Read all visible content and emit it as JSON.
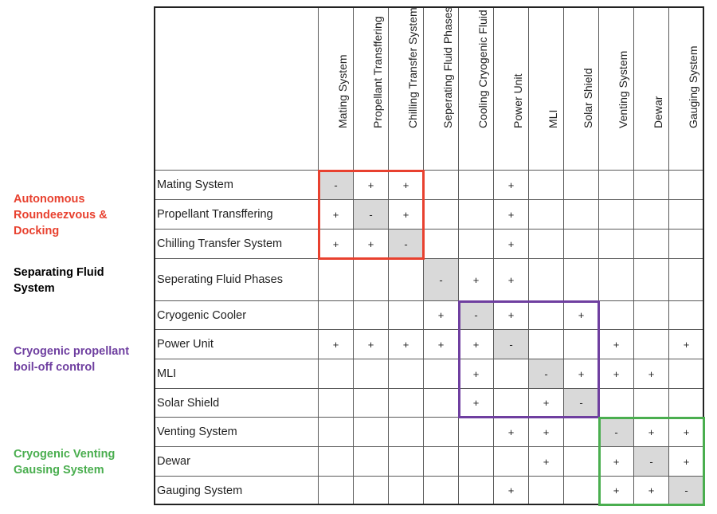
{
  "labels": [
    "Mating System",
    "Propellant Transffering",
    "Chilling Transfer System",
    "Seperating Fluid Phases",
    "Cryogenic Cooler",
    "Power Unit",
    "MLI",
    "Solar Shield",
    "Venting System",
    "Dewar",
    "Gauging System"
  ],
  "column_labels": [
    "Mating System",
    "Propellant Transffering",
    "Chilling Transfer System",
    "Seperating Fluid Phases",
    "Cooling Cryogenic Fluid",
    "Power Unit",
    "MLI",
    "Solar Shield",
    "Venting System",
    "Dewar",
    "Gauging System"
  ],
  "matrix": [
    [
      "-",
      "+",
      "+",
      "",
      "",
      "+",
      "",
      "",
      "",
      "",
      ""
    ],
    [
      "+",
      "-",
      "+",
      "",
      "",
      "+",
      "",
      "",
      "",
      "",
      ""
    ],
    [
      "+",
      "+",
      "-",
      "",
      "",
      "+",
      "",
      "",
      "",
      "",
      ""
    ],
    [
      "",
      "",
      "",
      "-",
      "+",
      "+",
      "",
      "",
      "",
      "",
      ""
    ],
    [
      "",
      "",
      "",
      "+",
      "-",
      "+",
      "",
      "+",
      "",
      "",
      ""
    ],
    [
      "+",
      "+",
      "+",
      "+",
      "+",
      "-",
      "",
      "",
      "+",
      "",
      "+"
    ],
    [
      "",
      "",
      "",
      "",
      "+",
      "",
      "-",
      "+",
      "+",
      "+",
      ""
    ],
    [
      "",
      "",
      "",
      "",
      "+",
      "",
      "+",
      "-",
      "",
      "",
      ""
    ],
    [
      "",
      "",
      "",
      "",
      "",
      "+",
      "+",
      "",
      "-",
      "+",
      "+"
    ],
    [
      "",
      "",
      "",
      "",
      "",
      "",
      "+",
      "",
      "+",
      "-",
      "+"
    ],
    [
      "",
      "",
      "",
      "",
      "",
      "+",
      "",
      "",
      "+",
      "+",
      "-"
    ]
  ],
  "groups": [
    {
      "name": "Autonomous\nRoundeezvous &\nDocking",
      "color": "#e8412f",
      "start": 0,
      "end": 2
    },
    {
      "name": "Separating Fluid\nSystem",
      "color": "#000000",
      "start": 3,
      "end": 3
    },
    {
      "name": "Cryogenic propellant\nboil-off control",
      "color": "#6f3fa0",
      "start": 4,
      "end": 7
    },
    {
      "name": "Cryogenic Venting\nGausing System",
      "color": "#4aae4f",
      "start": 8,
      "end": 10
    }
  ]
}
